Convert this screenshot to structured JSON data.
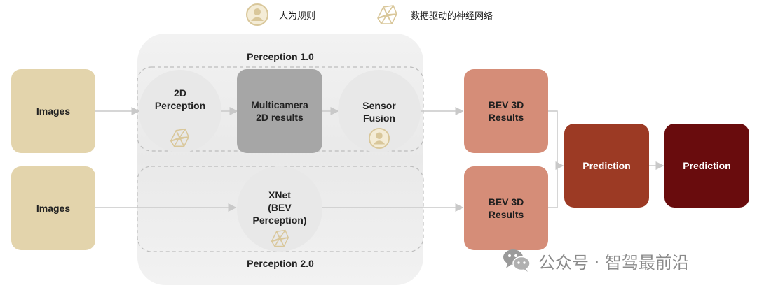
{
  "legend": {
    "rule_icon": "person-icon",
    "rule_label": "人为规则",
    "nn_icon": "neural-net-icon",
    "nn_label": "数据驱动的神经网络"
  },
  "pipeline1": {
    "title": "Perception 1.0",
    "input": "Images",
    "perception_2d": "2D\nPerception",
    "perception_2d_icon": "neural-net-icon",
    "multicam": "Multicamera\n2D results",
    "fusion": "Sensor\nFusion",
    "fusion_icon": "person-icon",
    "bev": "BEV 3D\nResults"
  },
  "pipeline2": {
    "title": "Perception 2.0",
    "input": "Images",
    "xnet": "XNet\n(BEV\nPerception)",
    "xnet_icon": "neural-net-icon",
    "bev": "BEV 3D\nResults"
  },
  "prediction": {
    "first": "Prediction",
    "second": "Prediction"
  },
  "watermark": {
    "icon": "wechat-icon",
    "text": "公众号 · 智驾最前沿"
  },
  "colors": {
    "images": "#e3d4ac",
    "multicam": "#a6a6a6",
    "bev": "#d58d78",
    "prediction1": "#9c3a24",
    "prediction2": "#690c0d",
    "group_fill": "#ededed",
    "icon_gold": "#d9c79a"
  }
}
